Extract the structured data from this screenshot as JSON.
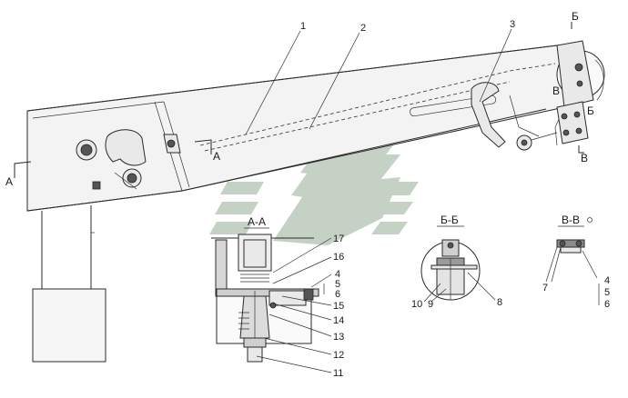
{
  "callouts": {
    "c1": "1",
    "c2": "2",
    "c3": "3",
    "c4": "4",
    "c5": "5",
    "c6": "6",
    "c7": "7",
    "c8": "8",
    "c9": "9",
    "c10": "10",
    "c11": "11",
    "c12": "12",
    "c13": "13",
    "c14": "14",
    "c15": "15",
    "c16": "16",
    "c17": "17",
    "c4b": "4",
    "c5b": "5",
    "c6b": "6"
  },
  "sections": {
    "aa_title": "А-А",
    "bb_title": "Б-Б",
    "vv_title": "В-В",
    "a_left": "А",
    "a_right": "А",
    "b_top": "Б",
    "b_right": "Б",
    "v_mid": "В",
    "v_bottom": "В"
  },
  "colors": {
    "watermark": "#7f9a7f",
    "line": "#2a2a2a"
  }
}
